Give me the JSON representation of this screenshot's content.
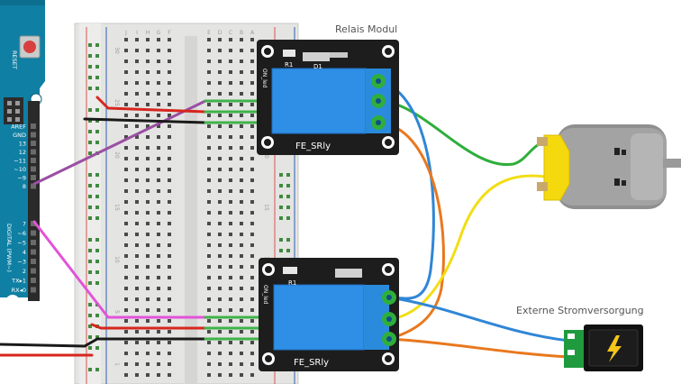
{
  "relay_module_title": "Relais Modul",
  "power_supply_title": "Externe Stromversorgung",
  "relay_top": {
    "name": "FE_SRly",
    "resistor": "R1",
    "diode": "D1",
    "pin_label": "ON_led"
  },
  "relay_bottom": {
    "name": "FE_SRly",
    "resistor": "R1",
    "pin_label": "ON_led"
  },
  "arduino": {
    "reset_label": "RESET",
    "pins_upper": [
      "AREF",
      "GND",
      "13",
      "12",
      "~11",
      "~10",
      "~9",
      "8"
    ],
    "pins_lower": [
      "7",
      "~6",
      "~5",
      "4",
      "~3",
      "2",
      "TX▸1",
      "RX◂0"
    ],
    "digital_label": "DIGITAL (PWM~)"
  },
  "breadboard": {
    "column_letters_left": [
      "J",
      "I",
      "H",
      "G",
      "F"
    ],
    "column_letters_right": [
      "E",
      "D",
      "C",
      "B",
      "A"
    ],
    "row_numbers": [
      "1",
      "5",
      "10",
      "15",
      "20",
      "25",
      "30"
    ]
  },
  "colors": {
    "arduino_blue": "#0f7fa3",
    "relay_blue": "#2f8fe6",
    "wire_green": "#2fae3c",
    "wire_orange": "#e9781e",
    "wire_yellow": "#f2dd14",
    "wire_blue": "#2f86d6",
    "wire_purple": "#9a4fa3",
    "wire_magenta": "#e253d8",
    "motor_yellow": "#f5d90f"
  }
}
